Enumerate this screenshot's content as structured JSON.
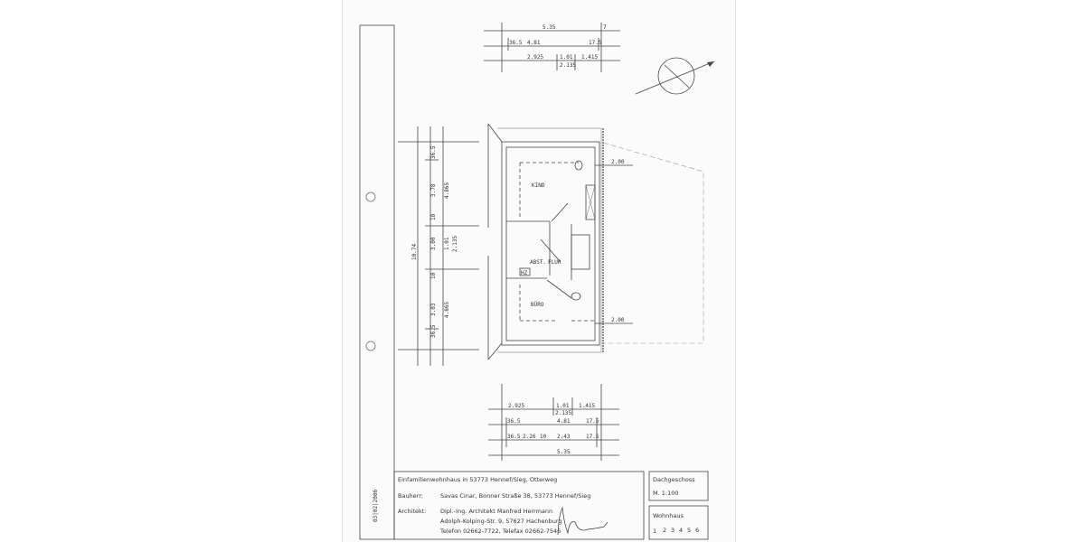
{
  "date_stamp": "03|02|2006",
  "dimensions_top": {
    "total": "5.35",
    "side": "7",
    "wall_left": "36.5",
    "inner": "4.81",
    "wall_right": "17.5",
    "seg1": "2.925",
    "seg2": "1.01",
    "seg2b": "2.135",
    "seg3": "1.415"
  },
  "dimensions_left": {
    "total": "10.74",
    "d1": "36.5",
    "d2": "3.78",
    "d3": "10",
    "d4": "3.00",
    "d5": "10",
    "d6": "3.03",
    "d7": "36.5",
    "e1": "4.865",
    "e2": "1.01",
    "e3": "2.135",
    "e4": "4.865"
  },
  "dimensions_bottom": {
    "seg1": "2.925",
    "seg2": "1.01",
    "seg2b": "2.135",
    "seg3": "1.415",
    "wall_left": "36.5",
    "inner": "4.81",
    "wall_right": "17.5",
    "w1": "36.5",
    "w2": "2.26",
    "w3": "10",
    "w4": "2.43",
    "w5": "17.5",
    "total": "5.35"
  },
  "rooms": {
    "kind": "KIND",
    "abst": "ABST.",
    "flur": "FLUR",
    "buero": "BÜRO",
    "hz": "HZ"
  },
  "right_dims": {
    "upper": "2.00",
    "lower": "2.00"
  },
  "title_block": {
    "project": "Einfamilienwohnhaus in 53773 Hennef/Sieg, Otterweg",
    "client_label": "Bauherr:",
    "client": "Savas Cinar, Bonner Straße 38, 53773 Hennef/Sieg",
    "architect_label": "Architekt:",
    "architect_line1": "Dipl.-Ing. Architekt Manfred Herrmann",
    "architect_line2": "Adolph-Kolping-Str. 9, 57627 Hachenburg",
    "architect_line3": "Telefon 02662-7722, Telefax 02662-7546",
    "floor": "Dachgeschoss",
    "scale": "M. 1:100",
    "house_label": "Wohnhaus",
    "house_numbers": [
      "1",
      "2",
      "3",
      "4",
      "5",
      "6"
    ],
    "selected_house": "1"
  }
}
